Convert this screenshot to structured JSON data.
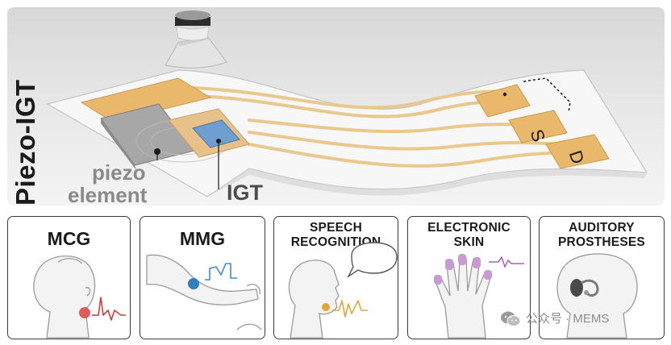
{
  "figure": {
    "title": "Piezo-IGT",
    "labels": {
      "piezo_line1": "piezo",
      "piezo_line2": "element",
      "igt": "IGT",
      "source": "S",
      "drain": "D"
    }
  },
  "applications": [
    {
      "line1": "MCG",
      "line2": ""
    },
    {
      "line1": "MMG",
      "line2": ""
    },
    {
      "line1": "SPEECH",
      "line2": "RECOGNITION"
    },
    {
      "line1": "ELECTRONIC",
      "line2": "SKIN"
    },
    {
      "line1": "AUDITORY",
      "line2": "PROSTHESES"
    }
  ],
  "watermark": {
    "text": "公众号 · MEMS",
    "icon": "wechat-icon"
  },
  "colors": {
    "gold": "#e9b86a",
    "blue": "#6f9fd0",
    "signal_red": "#cf3b3b",
    "signal_blue": "#3a8fc9",
    "signal_gold": "#e3a534",
    "signal_purple": "#a46ab3"
  }
}
